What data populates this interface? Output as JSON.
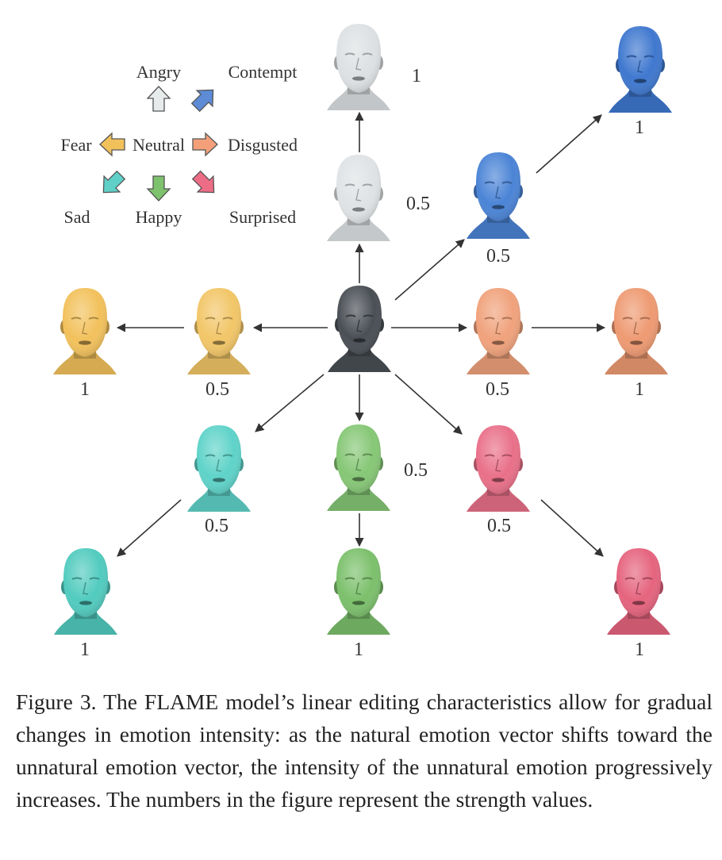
{
  "legend": {
    "center": "Neutral",
    "items": [
      {
        "key": "angry",
        "label": "Angry",
        "color": "#e6e9ea"
      },
      {
        "key": "contempt",
        "label": "Contempt",
        "color": "#5d8bd6"
      },
      {
        "key": "fear",
        "label": "Fear",
        "color": "#f2c15c"
      },
      {
        "key": "disgusted",
        "label": "Disgusted",
        "color": "#f3a07a"
      },
      {
        "key": "sad",
        "label": "Sad",
        "color": "#5fd0c7"
      },
      {
        "key": "happy",
        "label": "Happy",
        "color": "#7fc26e"
      },
      {
        "key": "surprised",
        "label": "Surprised",
        "color": "#ee6d86"
      }
    ]
  },
  "neutral_color": "#4a4f55",
  "faces": [
    {
      "emotion": "angry",
      "strength": "1",
      "color": "#dde1e3"
    },
    {
      "emotion": "angry",
      "strength": "0.5",
      "color": "#dfe3e5"
    },
    {
      "emotion": "contempt",
      "strength": "1",
      "color": "#3f78cf"
    },
    {
      "emotion": "contempt",
      "strength": "0.5",
      "color": "#4b84d6"
    },
    {
      "emotion": "fear",
      "strength": "1",
      "color": "#f2c15c"
    },
    {
      "emotion": "fear",
      "strength": "0.5",
      "color": "#f2c668"
    },
    {
      "emotion": "neutral",
      "strength": "",
      "color": "#4a4f55"
    },
    {
      "emotion": "disgusted",
      "strength": "0.5",
      "color": "#f0a27c"
    },
    {
      "emotion": "disgusted",
      "strength": "1",
      "color": "#ee9a72"
    },
    {
      "emotion": "sad",
      "strength": "0.5",
      "color": "#5fd3c9"
    },
    {
      "emotion": "happy",
      "strength": "0.5",
      "color": "#86c776"
    },
    {
      "emotion": "surprised",
      "strength": "0.5",
      "color": "#e97089"
    },
    {
      "emotion": "sad",
      "strength": "1",
      "color": "#52cbbf"
    },
    {
      "emotion": "happy",
      "strength": "1",
      "color": "#7cc06c"
    },
    {
      "emotion": "surprised",
      "strength": "1",
      "color": "#e5647e"
    }
  ],
  "caption": "Figure 3. The FLAME model’s linear editing characteristics allow for gradual changes in emotion intensity: as the natural emotion vector shifts toward the unnatural emotion vector, the intensity of the unnatural emotion progressively increases. The numbers in the figure represent the strength values."
}
